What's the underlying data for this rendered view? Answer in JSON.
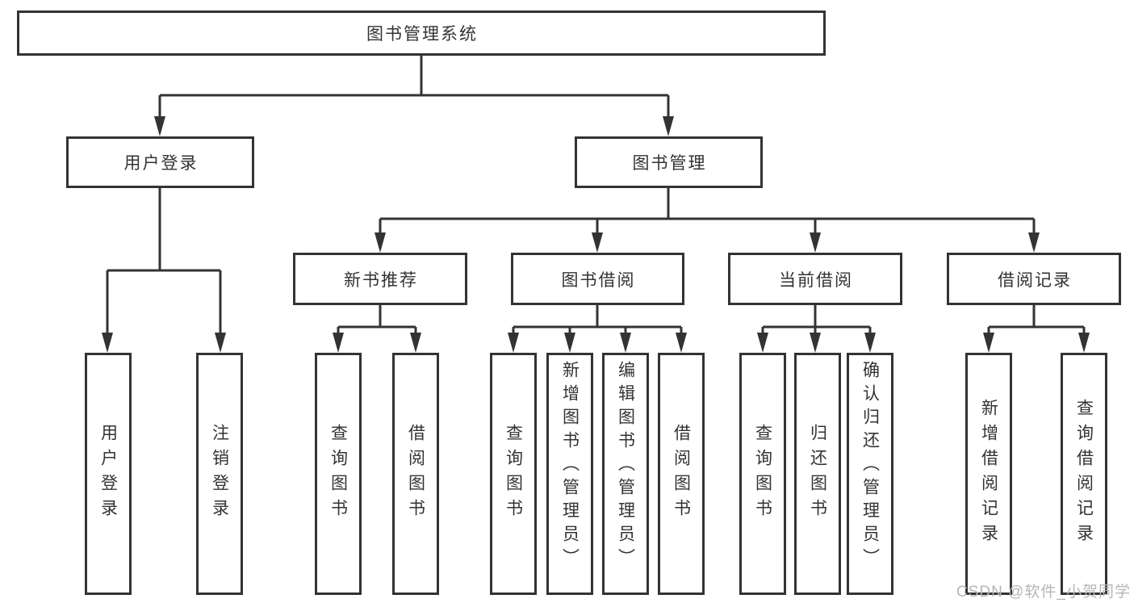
{
  "tree": {
    "root": "图书管理系统",
    "user_login": {
      "label": "用户登录",
      "children": [
        "用户登录",
        "注销登录"
      ]
    },
    "book_mgmt": {
      "label": "图书管理",
      "groups": [
        {
          "label": "新书推荐",
          "children": [
            "查询图书",
            "借阅图书"
          ]
        },
        {
          "label": "图书借阅",
          "children": [
            "查询图书",
            "新增图书（管理员）",
            "编辑图书（管理员）",
            "借阅图书"
          ]
        },
        {
          "label": "当前借阅",
          "children": [
            "查询图书",
            "归还图书",
            "确认归还（管理员）"
          ]
        },
        {
          "label": "借阅记录",
          "children": [
            "新增借阅记录",
            "查询借阅记录"
          ]
        }
      ]
    }
  },
  "watermark": "CSDN @软件_小贺同学",
  "colors": {
    "line": "#333333",
    "text": "#333333",
    "box_fill": "#ffffff",
    "background": "#ffffff",
    "watermark": "#b2b6ba"
  }
}
